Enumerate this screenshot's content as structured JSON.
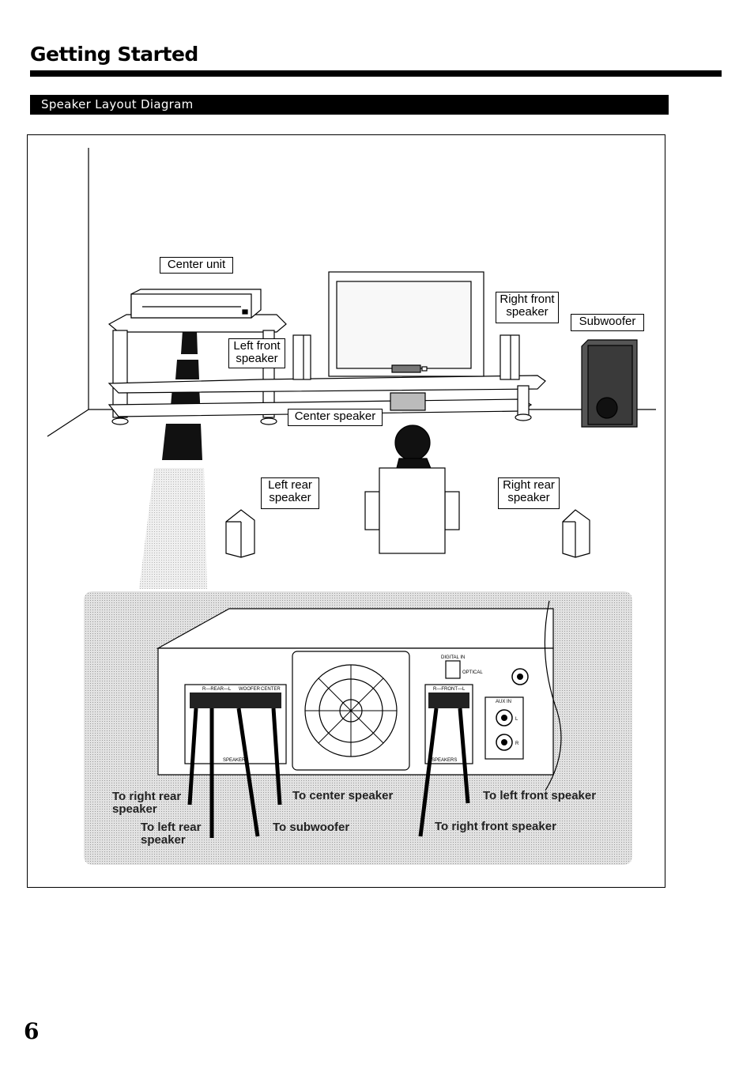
{
  "header": {
    "title": "Getting Started",
    "section": "Speaker Layout Diagram"
  },
  "diagram": {
    "labels": {
      "center_unit": "Center unit",
      "right_front": "Right front speaker",
      "subwoofer": "Subwoofer",
      "left_front": "Left front speaker",
      "center_speaker": "Center speaker",
      "left_rear": "Left rear speaker",
      "right_rear": "Right rear speaker"
    },
    "wiring": {
      "to_right_rear": "To right rear speaker",
      "to_left_rear": "To left rear speaker",
      "to_center": "To center speaker",
      "to_subwoofer": "To subwoofer",
      "to_left_front": "To left front speaker",
      "to_right_front": "To right front speaker"
    },
    "panel": {
      "rear_terminals": "R—REAR—L",
      "woofer": "WOOFER",
      "center": "CENTER",
      "front_terminals": "R—FRONT—L",
      "speakers": "SPEAKERS",
      "digital_in": "DIGITAL IN",
      "optical": "OPTICAL",
      "aux_in": "AUX IN",
      "l": "L",
      "r": "R"
    }
  },
  "footer": {
    "page_number": "6"
  }
}
